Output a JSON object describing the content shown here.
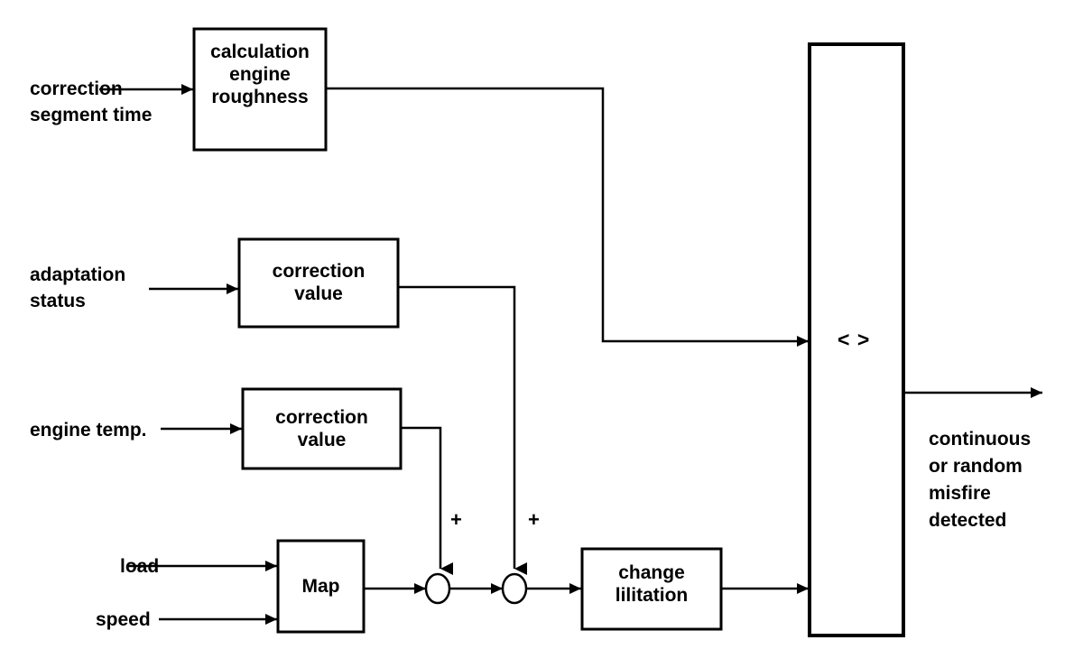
{
  "diagram": {
    "title": "engine misfire detection block diagram",
    "stroke_color": "#000000",
    "background_color": "#ffffff",
    "blocks": [
      {
        "id": "calc-engine-roughness",
        "label": "calculation\nengine\nroughness"
      },
      {
        "id": "correction-value-adaptation",
        "label": "correction\nvalue"
      },
      {
        "id": "correction-value-temp",
        "label": "correction\nvalue"
      },
      {
        "id": "map",
        "label": "Map"
      },
      {
        "id": "change-limitation",
        "label": "change\nlilitation"
      },
      {
        "id": "comparator",
        "label": "< >"
      }
    ],
    "inputs": [
      {
        "id": "correction-segment-time",
        "label": "correction\nsegment time"
      },
      {
        "id": "adaptation-status",
        "label": "adaptation\nstatus"
      },
      {
        "id": "engine-temp",
        "label": "engine temp."
      },
      {
        "id": "load",
        "label": "load"
      },
      {
        "id": "speed",
        "label": "speed"
      }
    ],
    "summing_junctions": [
      {
        "id": "sum-1",
        "sign": "+"
      },
      {
        "id": "sum-2",
        "sign": "+"
      }
    ],
    "output": {
      "id": "misfire-output",
      "label": "continuous\nor random\nmisfire\ndetected"
    }
  }
}
